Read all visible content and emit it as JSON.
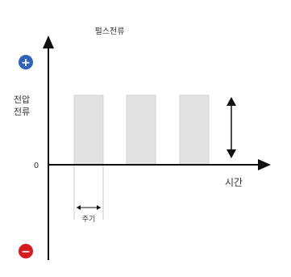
{
  "title": "펄스전류",
  "y_axis_label_line1": "전압",
  "y_axis_label_line2": "전류",
  "x_axis_label": "시간",
  "zero_label": "0",
  "period_label": "주기",
  "positive_symbol": "+",
  "negative_symbol": "−",
  "pulse_count": 3,
  "colors": {
    "axis": "#111111",
    "pulse_fill": "#e2e2e2",
    "pulse_stroke": "#d2d2d2",
    "positive_badge": "#2f63b8",
    "negative_badge": "#d71920",
    "guide_line": "#c8c8c8"
  }
}
